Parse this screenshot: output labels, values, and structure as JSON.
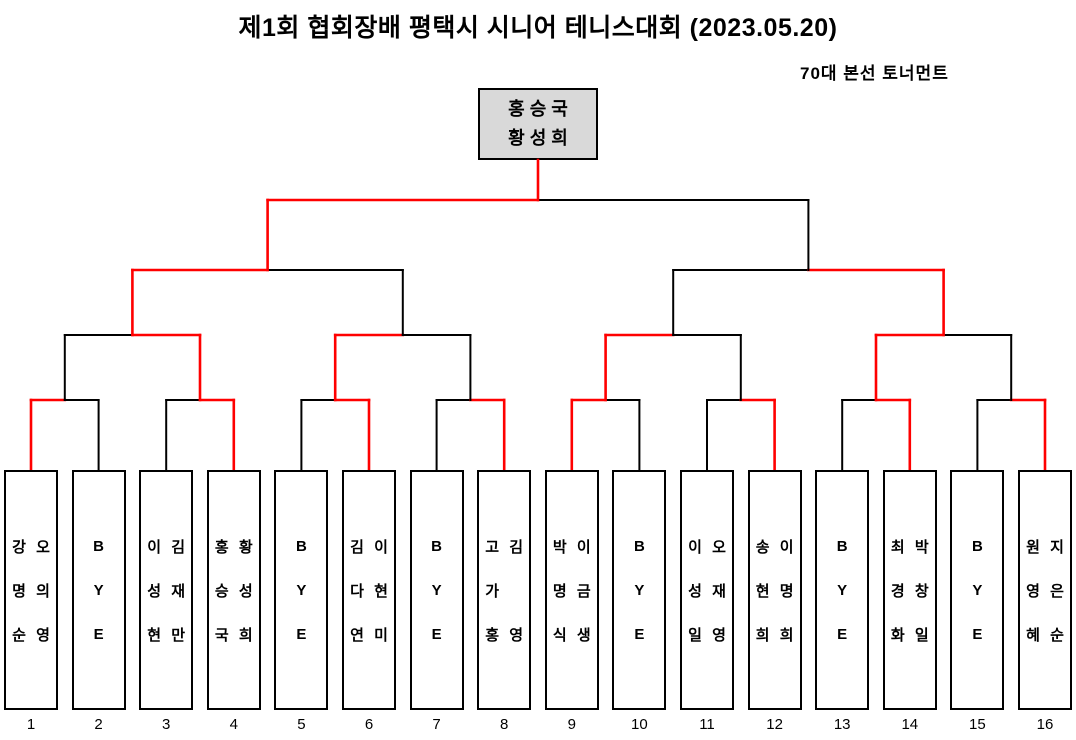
{
  "title": "제1회 협회장배 평택시 시니어 테니스대회 (2023.05.20)",
  "subtitle": "70대 본선 토너먼트",
  "champion": {
    "line1": "홍 승 국",
    "line2": "황 성 희"
  },
  "colors": {
    "line": "#000000",
    "advance": "#ff0000",
    "champion_box_bg": "#d9d9d9",
    "box_border": "#000000"
  },
  "slots": [
    {
      "num": "1",
      "columns": [
        [
          "강",
          "명",
          "순"
        ],
        [
          "오",
          "의",
          "영"
        ]
      ]
    },
    {
      "num": "2",
      "columns": [
        [
          "B",
          "Y",
          "E"
        ]
      ]
    },
    {
      "num": "3",
      "columns": [
        [
          "이",
          "성",
          "현"
        ],
        [
          "김",
          "재",
          "만"
        ]
      ]
    },
    {
      "num": "4",
      "columns": [
        [
          "홍",
          "승",
          "국"
        ],
        [
          "황",
          "성",
          "희"
        ]
      ]
    },
    {
      "num": "5",
      "columns": [
        [
          "B",
          "Y",
          "E"
        ]
      ]
    },
    {
      "num": "6",
      "columns": [
        [
          "김",
          "다",
          "연"
        ],
        [
          "이",
          "현",
          "미"
        ]
      ]
    },
    {
      "num": "7",
      "columns": [
        [
          "B",
          "Y",
          "E"
        ]
      ]
    },
    {
      "num": "8",
      "columns": [
        [
          "고",
          "가",
          "홍"
        ],
        [
          "김",
          "",
          "영"
        ]
      ]
    },
    {
      "num": "9",
      "columns": [
        [
          "박",
          "명",
          "식"
        ],
        [
          "이",
          "금",
          "생"
        ]
      ]
    },
    {
      "num": "10",
      "columns": [
        [
          "B",
          "Y",
          "E"
        ]
      ]
    },
    {
      "num": "11",
      "columns": [
        [
          "이",
          "성",
          "일"
        ],
        [
          "오",
          "재",
          "영"
        ]
      ]
    },
    {
      "num": "12",
      "columns": [
        [
          "송",
          "현",
          "희"
        ],
        [
          "이",
          "명",
          "희"
        ]
      ]
    },
    {
      "num": "13",
      "columns": [
        [
          "B",
          "Y",
          "E"
        ]
      ]
    },
    {
      "num": "14",
      "columns": [
        [
          "최",
          "경",
          "화"
        ],
        [
          "박",
          "창",
          "일"
        ]
      ]
    },
    {
      "num": "15",
      "columns": [
        [
          "B",
          "Y",
          "E"
        ]
      ]
    },
    {
      "num": "16",
      "columns": [
        [
          "원",
          "영",
          "혜"
        ],
        [
          "지",
          "은",
          "순"
        ]
      ]
    }
  ],
  "results": {
    "round1_winners": [
      1,
      4,
      6,
      8,
      9,
      12,
      14,
      16
    ],
    "quarterfinal_winners": [
      4,
      6,
      9,
      14
    ],
    "semifinal_winners": [
      4,
      14
    ],
    "final_winner": 4
  }
}
